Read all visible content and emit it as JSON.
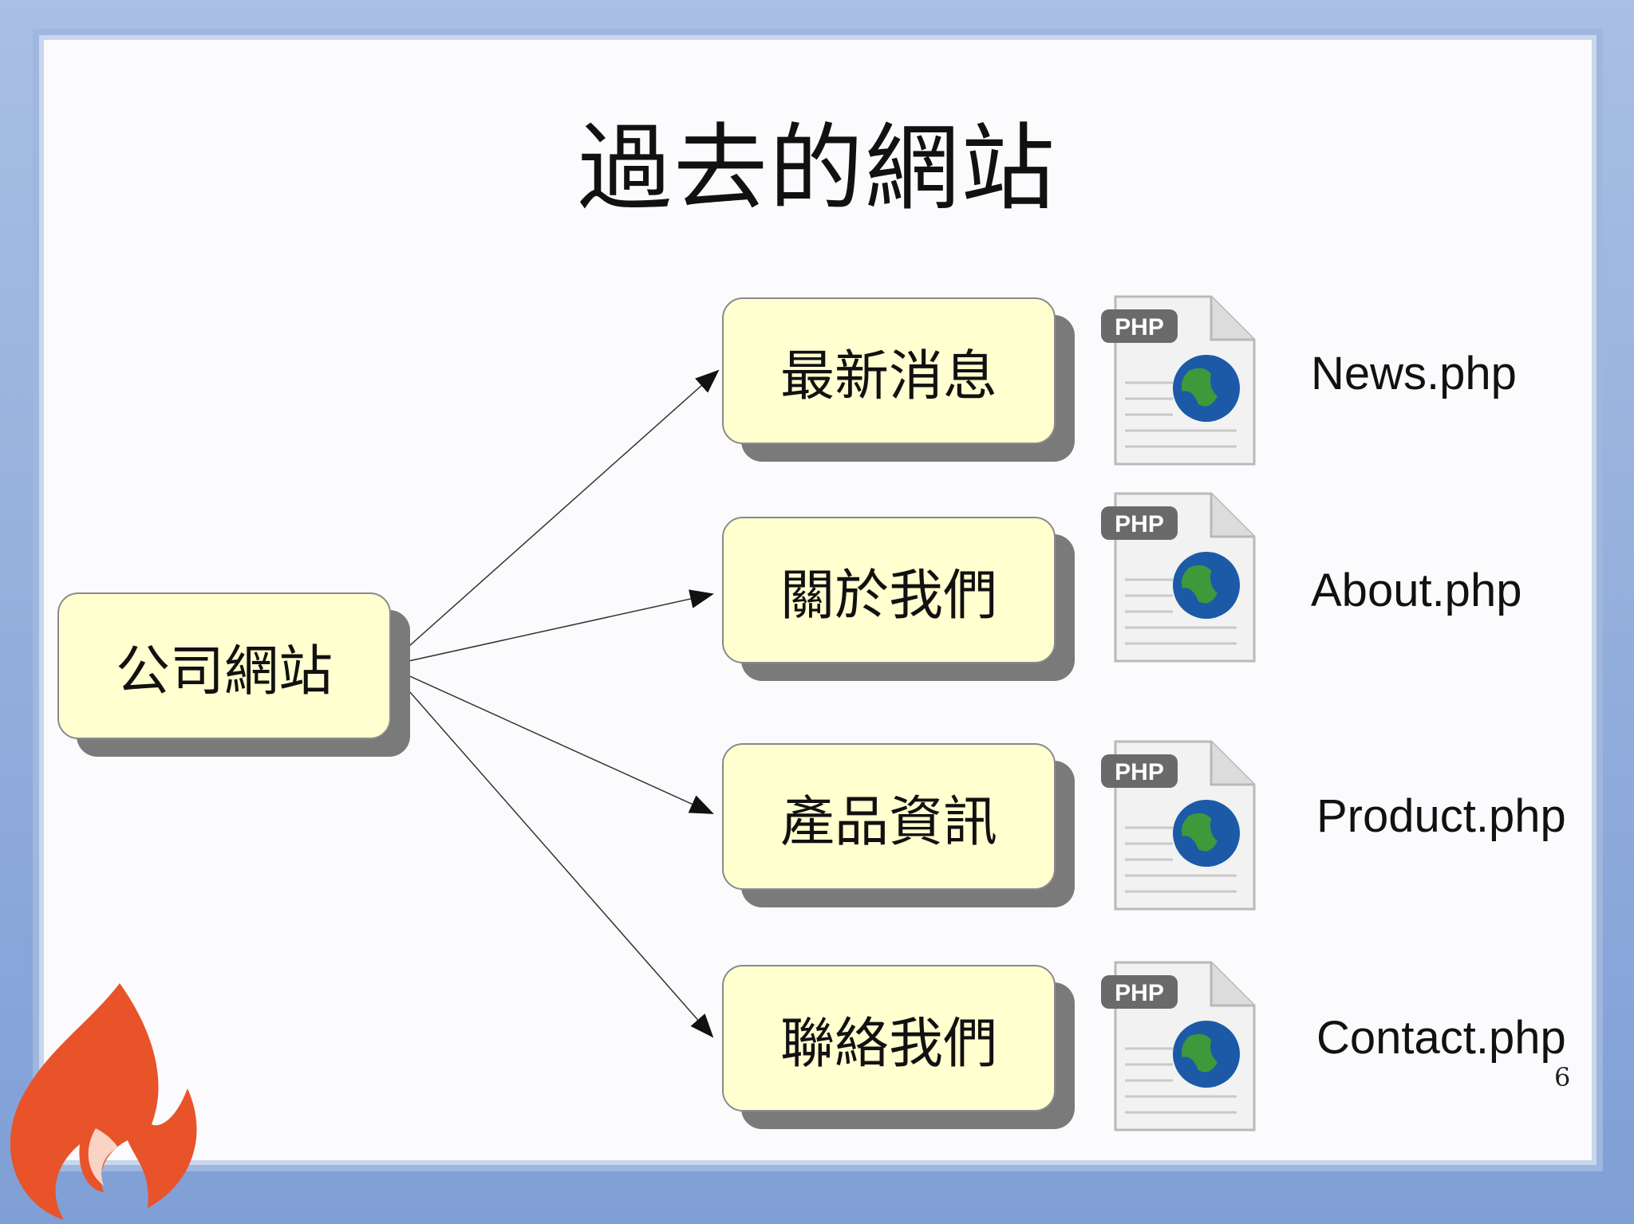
{
  "slide": {
    "title": "過去的網站",
    "page_number": "6"
  },
  "root": {
    "label": "公司網站"
  },
  "pages": [
    {
      "label": "最新消息",
      "file": "News.php",
      "badge": "PHP"
    },
    {
      "label": "關於我們",
      "file": "About.php",
      "badge": "PHP"
    },
    {
      "label": "產品資訊",
      "file": "Product.php",
      "badge": "PHP"
    },
    {
      "label": "聯絡我們",
      "file": "Contact.php",
      "badge": "PHP"
    }
  ],
  "icons": {
    "file": "php-file-globe-icon",
    "logo": "codeigniter-flame-icon"
  },
  "colors": {
    "box_fill": "#ffffd0",
    "box_shadow": "#7a7a7a",
    "frame": "#8fa9db",
    "flame": "#e8532a"
  }
}
